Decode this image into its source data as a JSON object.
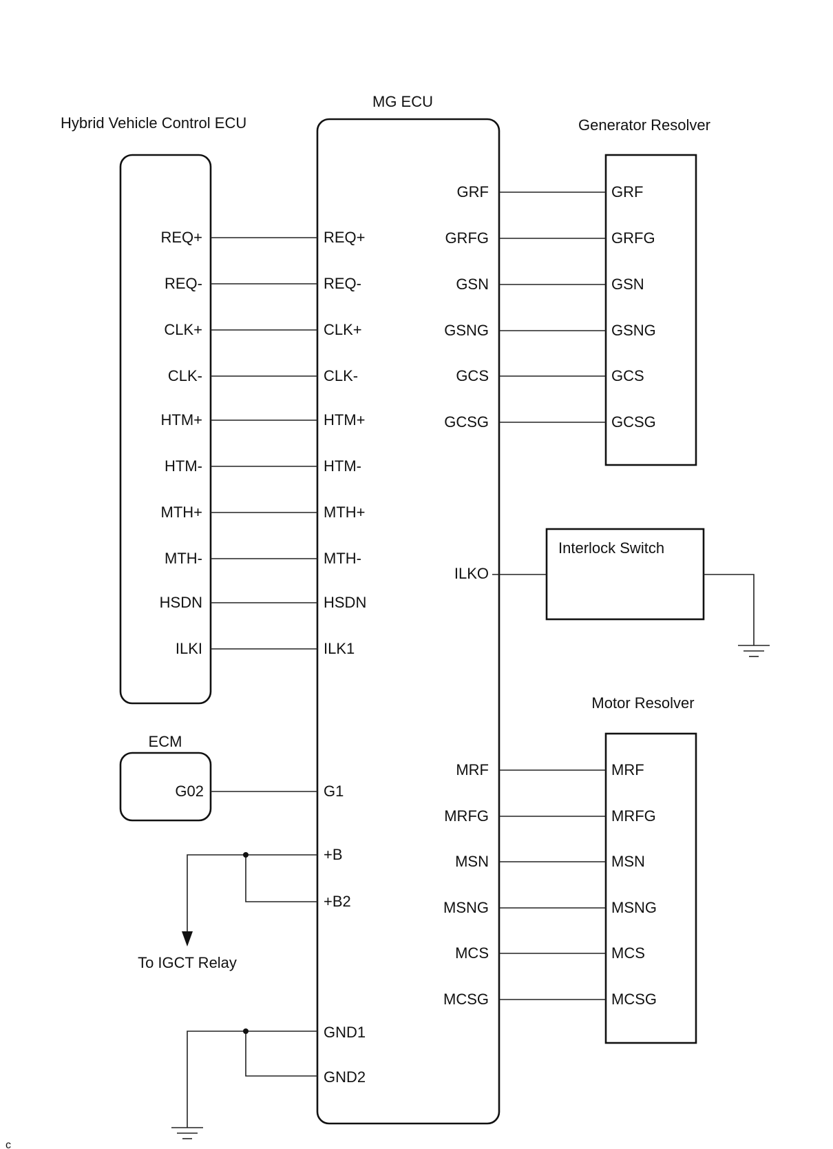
{
  "components": {
    "mg_ecu": "MG ECU",
    "hv_ecu": "Hybrid Vehicle Control ECU",
    "gen_resolver": "Generator Resolver",
    "interlock_switch": "Interlock Switch",
    "motor_resolver": "Motor Resolver",
    "ecm": "ECM"
  },
  "hv_pins": [
    "REQ+",
    "REQ-",
    "CLK+",
    "CLK-",
    "HTM+",
    "HTM-",
    "MTH+",
    "MTH-",
    "HSDN",
    "ILKI"
  ],
  "mg_left_pins": [
    "REQ+",
    "REQ-",
    "CLK+",
    "CLK-",
    "HTM+",
    "HTM-",
    "MTH+",
    "MTH-",
    "HSDN",
    "ILK1"
  ],
  "mg_gen_pins": [
    "GRF",
    "GRFG",
    "GSN",
    "GSNG",
    "GCS",
    "GCSG"
  ],
  "gen_resolver_pins": [
    "GRF",
    "GRFG",
    "GSN",
    "GSNG",
    "GCS",
    "GCSG"
  ],
  "mg_motor_pins": [
    "MRF",
    "MRFG",
    "MSN",
    "MSNG",
    "MCS",
    "MCSG"
  ],
  "motor_resolver_pins": [
    "MRF",
    "MRFG",
    "MSN",
    "MSNG",
    "MCS",
    "MCSG"
  ],
  "ecm_pin": "G02",
  "mg_g1_pin": "G1",
  "mg_ilko_pin": "ILKO",
  "power_pins": [
    "+B",
    "+B2"
  ],
  "ground_pins": [
    "GND1",
    "GND2"
  ],
  "igct_label": "To IGCT Relay",
  "corner_mark": "c"
}
